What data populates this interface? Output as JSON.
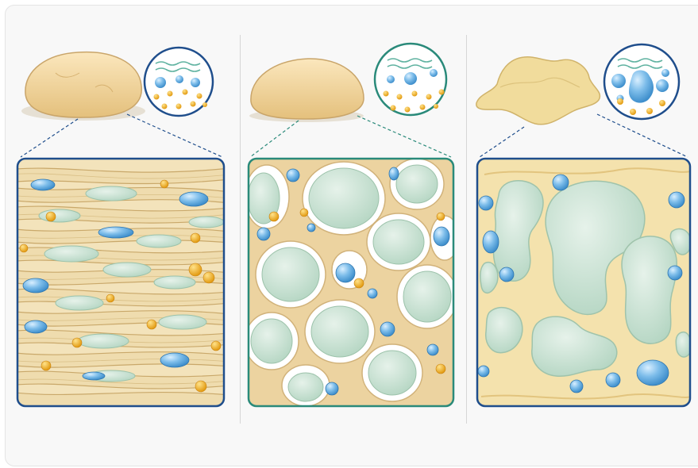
{
  "panels": [
    {
      "dough": "smooth-round",
      "structure": "aligned-strands",
      "frame_color": "#1f4e8c",
      "connector_color": "#1f4e8c",
      "water_drops": 3,
      "fat_particles": 8
    },
    {
      "dough": "dome",
      "structure": "cell-network",
      "frame_color": "#2a8a7a",
      "connector_color": "#2a8a7a",
      "water_drops": 3,
      "fat_particles": 9
    },
    {
      "dough": "melted-spread",
      "structure": "irregular-cavities",
      "frame_color": "#1f4e8c",
      "connector_color": "#1f4e8c",
      "water_drops": 5,
      "fat_particles": 4
    }
  ],
  "colors": {
    "dough": "#f2d8a0",
    "strand": "#efdcae",
    "strand_edge": "#c9a86a",
    "gas_cell": "#cfe5d6",
    "water_drop": "#6fb4e6",
    "fat_particle": "#f0b030",
    "inset_ring": "#1f4e8c"
  }
}
